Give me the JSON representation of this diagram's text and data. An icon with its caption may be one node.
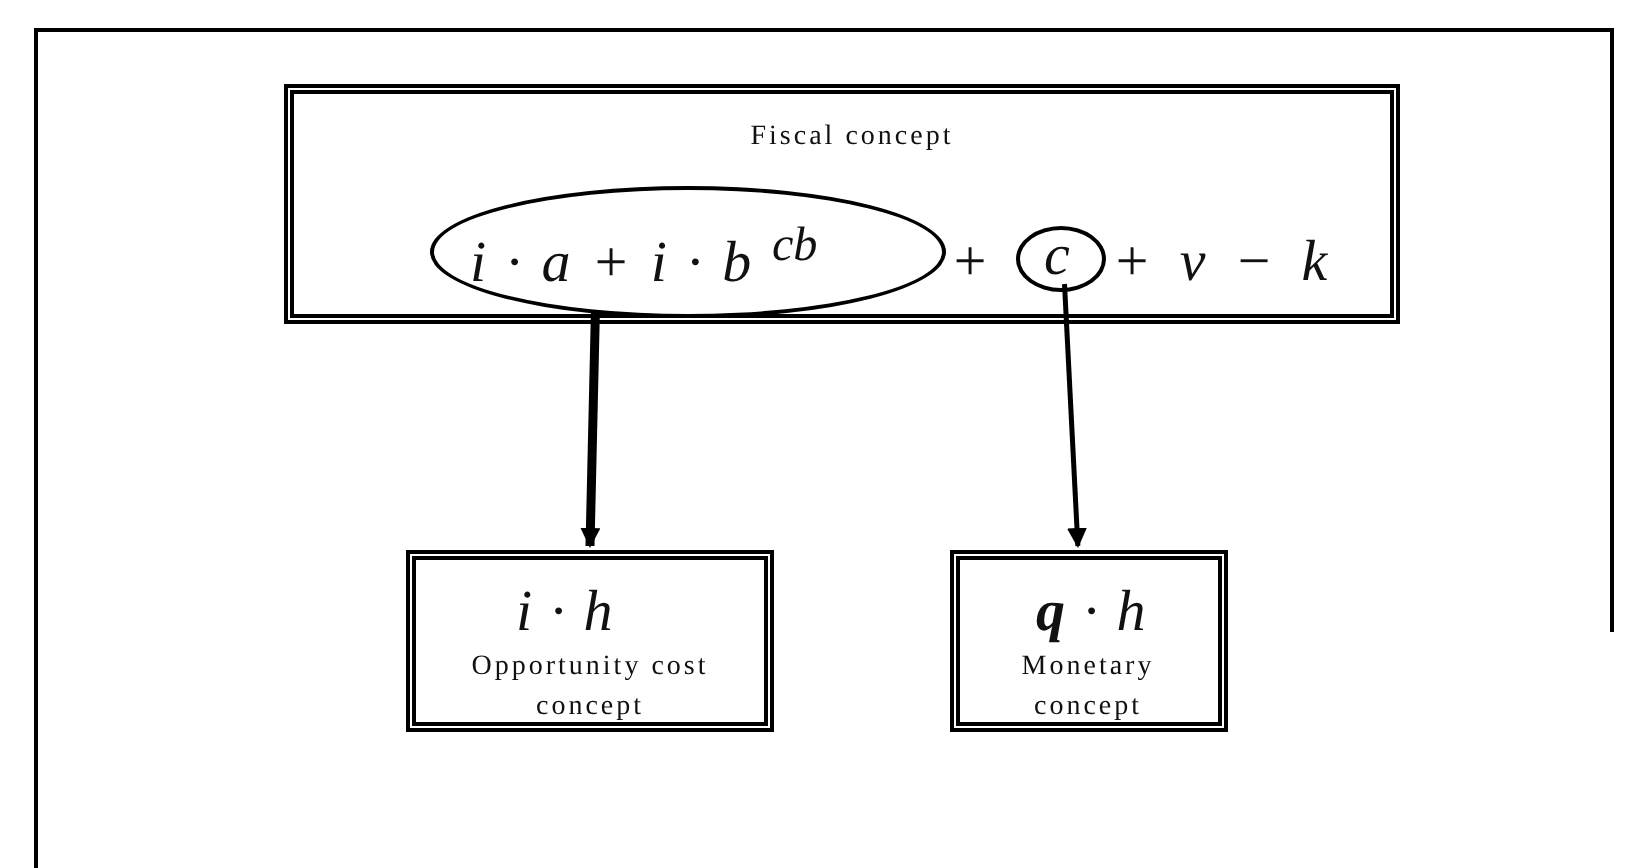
{
  "diagram": {
    "nodes": [
      {
        "text": [
          "Fiscal concept",
          "+",
          "+ v − k"
        ]
      },
      {
        "text": [
          "i · a + i · b $^{cb}$"
        ],
        "in": 0
      },
      {
        "text": [
          "c"
        ],
        "in": 0
      },
      {
        "text": [
          "i · h",
          "Opportunity cost concept"
        ]
      },
      {
        "text": [
          "**q** · h",
          "Monetary concept"
        ]
      }
    ],
    "edges": [
      {
        "from": 1,
        "to": 3,
        "arrow": "to",
        "style": "thick"
      },
      {
        "from": 2,
        "to": 4,
        "arrow": "to"
      }
    ]
  }
}
